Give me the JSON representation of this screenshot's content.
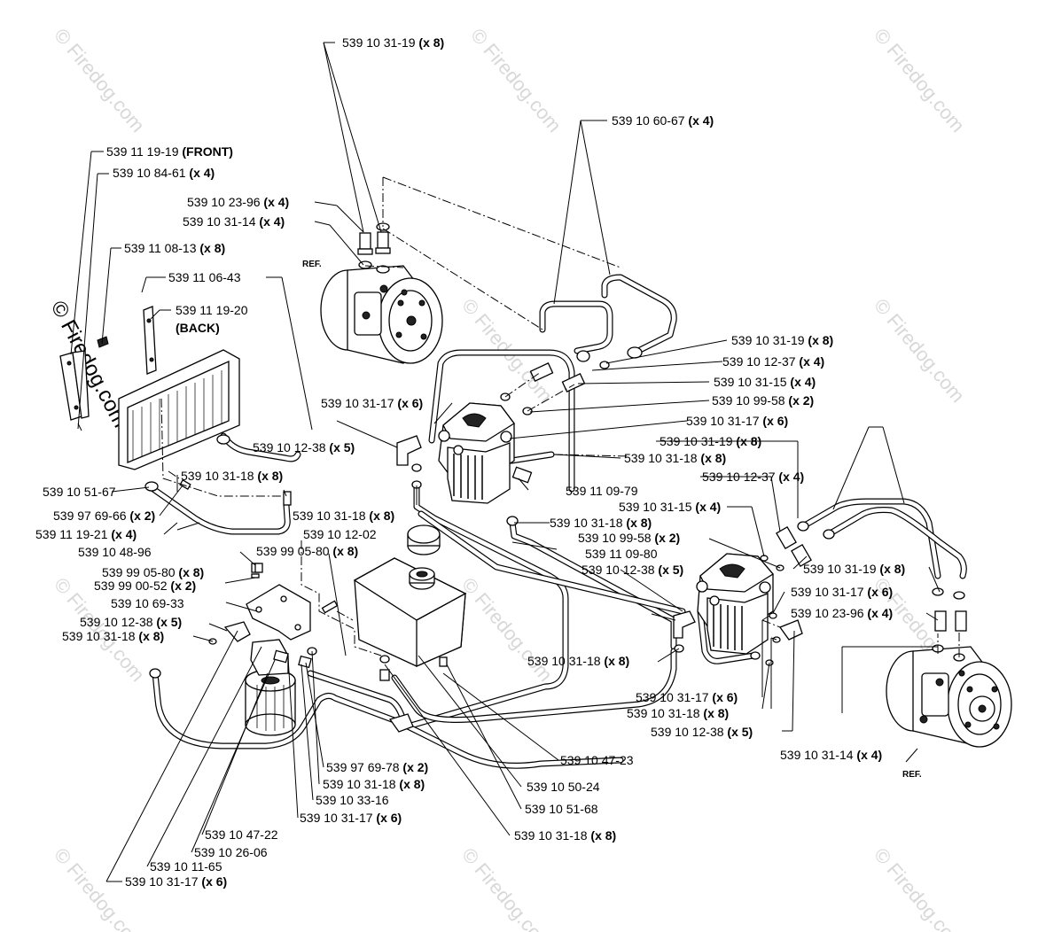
{
  "watermark": {
    "text": "© Firedog.com"
  },
  "ref_labels": [
    "REF.",
    "REF."
  ],
  "callouts": [
    {
      "part": "539 10 31-19",
      "qty": "(x 8)"
    },
    {
      "part": "539 10 60-67",
      "qty": "(x 4)"
    },
    {
      "part": "539 11 19-19",
      "qty": "(FRONT)"
    },
    {
      "part": "539 10 84-61",
      "qty": "(x 4)"
    },
    {
      "part": "539 10 23-96",
      "qty": "(x 4)"
    },
    {
      "part": "539 10 31-14",
      "qty": "(x 4)"
    },
    {
      "part": "539 11 08-13",
      "qty": "(x 8)"
    },
    {
      "part": "539 11 06-43",
      "qty": ""
    },
    {
      "part": "539 11 19-20",
      "qty": ""
    },
    {
      "part": "(BACK)",
      "qty": ""
    },
    {
      "part": "539 10 31-19",
      "qty": "(x 8)"
    },
    {
      "part": "539 10 12-37",
      "qty": "(x 4)"
    },
    {
      "part": "539 10 31-15",
      "qty": "(x 4)"
    },
    {
      "part": "539 10 31-17",
      "qty": "(x 6)"
    },
    {
      "part": "539 10 99-58",
      "qty": "(x 2)"
    },
    {
      "part": "539 10 31-17",
      "qty": "(x 6)"
    },
    {
      "part": "539 10 31-19",
      "qty": "(x 8)"
    },
    {
      "part": "539 10 12-38",
      "qty": "(x 5)"
    },
    {
      "part": "539 10 31-18",
      "qty": "(x 8)"
    },
    {
      "part": "539 10 31-18",
      "qty": "(x 8)"
    },
    {
      "part": "539 10 12-37",
      "qty": "(x 4)"
    },
    {
      "part": "539 11 09-79",
      "qty": ""
    },
    {
      "part": "539 10 51-67",
      "qty": ""
    },
    {
      "part": "539 10 31-15",
      "qty": "(x 4)"
    },
    {
      "part": "539 97 69-66",
      "qty": "(x 2)"
    },
    {
      "part": "539 10 31-18",
      "qty": "(x 8)"
    },
    {
      "part": "539 10 31-18",
      "qty": "(x 8)"
    },
    {
      "part": "539 11 19-21",
      "qty": "(x 4)"
    },
    {
      "part": "539 10 12-02",
      "qty": ""
    },
    {
      "part": "539 10 99-58",
      "qty": "(x 2)"
    },
    {
      "part": "539 10 48-96",
      "qty": ""
    },
    {
      "part": "539 99 05-80",
      "qty": "(x 8)"
    },
    {
      "part": "539 11 09-80",
      "qty": ""
    },
    {
      "part": "539 10 31-19",
      "qty": "(x 8)"
    },
    {
      "part": "539 99 05-80",
      "qty": "(x 8)"
    },
    {
      "part": "539 10 12-38",
      "qty": "(x 5)"
    },
    {
      "part": "539 99 00-52",
      "qty": "(x 2)"
    },
    {
      "part": "539 10 31-17",
      "qty": "(x 6)"
    },
    {
      "part": "539 10 69-33",
      "qty": ""
    },
    {
      "part": "539 10 23-96",
      "qty": "(x 4)"
    },
    {
      "part": "539 10 12-38",
      "qty": "(x 5)"
    },
    {
      "part": "539 10 31-18",
      "qty": "(x 8)"
    },
    {
      "part": "539 10 31-18",
      "qty": "(x 8)"
    },
    {
      "part": "539 10 31-17",
      "qty": "(x 6)"
    },
    {
      "part": "539 10 31-18",
      "qty": "(x 8)"
    },
    {
      "part": "539 10 12-38",
      "qty": "(x 5)"
    },
    {
      "part": "539 10 47-23",
      "qty": ""
    },
    {
      "part": "539 10 31-14",
      "qty": "(x 4)"
    },
    {
      "part": "539 97 69-78",
      "qty": "(x 2)"
    },
    {
      "part": "539 10 31-18",
      "qty": "(x 8)"
    },
    {
      "part": "539 10 50-24",
      "qty": ""
    },
    {
      "part": "539 10 33-16",
      "qty": ""
    },
    {
      "part": "539 10 51-68",
      "qty": ""
    },
    {
      "part": "539 10 31-17",
      "qty": "(x 6)"
    },
    {
      "part": "539 10 31-18",
      "qty": "(x 8)"
    },
    {
      "part": "539 10 47-22",
      "qty": ""
    },
    {
      "part": "539 10 26-06",
      "qty": ""
    },
    {
      "part": "539 10 11-65",
      "qty": ""
    },
    {
      "part": "539 10 31-17",
      "qty": "(x 6)"
    }
  ]
}
